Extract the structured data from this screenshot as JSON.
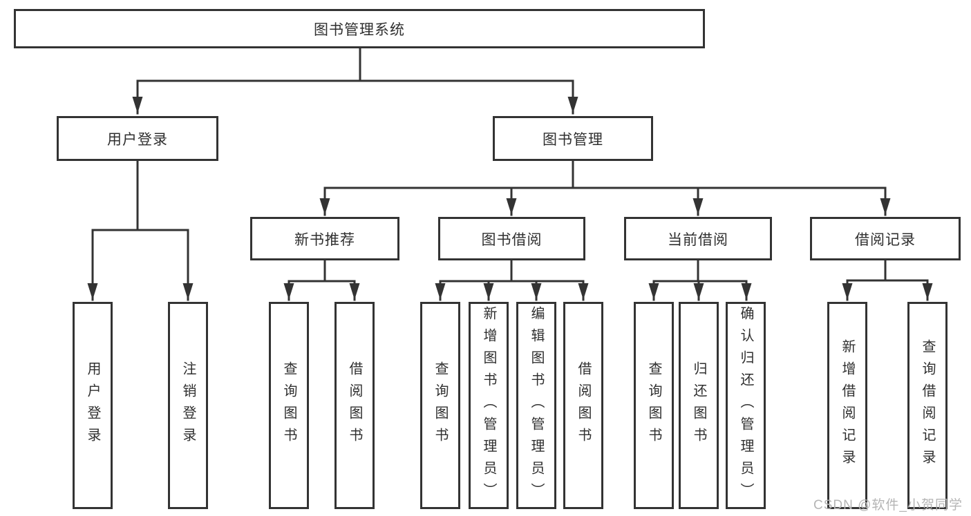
{
  "tree": {
    "root": {
      "label": "图书管理系统"
    },
    "branches": [
      {
        "label": "用户登录",
        "children": [
          {
            "label": "用户登录"
          },
          {
            "label": "注销登录"
          }
        ]
      },
      {
        "label": "图书管理",
        "children": [
          {
            "label": "新书推荐",
            "children": [
              {
                "label": "查询图书"
              },
              {
                "label": "借阅图书"
              }
            ]
          },
          {
            "label": "图书借阅",
            "children": [
              {
                "label": "查询图书"
              },
              {
                "label": "新增图书（管理员）"
              },
              {
                "label": "编辑图书（管理员）"
              },
              {
                "label": "借阅图书"
              }
            ]
          },
          {
            "label": "当前借阅",
            "children": [
              {
                "label": "查询图书"
              },
              {
                "label": "归还图书"
              },
              {
                "label": "确认归还（管理员）"
              }
            ]
          },
          {
            "label": "借阅记录",
            "children": [
              {
                "label": "新增借阅记录"
              },
              {
                "label": "查询借阅记录"
              }
            ]
          }
        ]
      }
    ]
  },
  "watermark": {
    "text": "CSDN @软件_小贺同学"
  },
  "colors": {
    "line": "#333333",
    "text": "#2f2f2f",
    "background": "#ffffff",
    "watermark": "#b5b5b5"
  }
}
